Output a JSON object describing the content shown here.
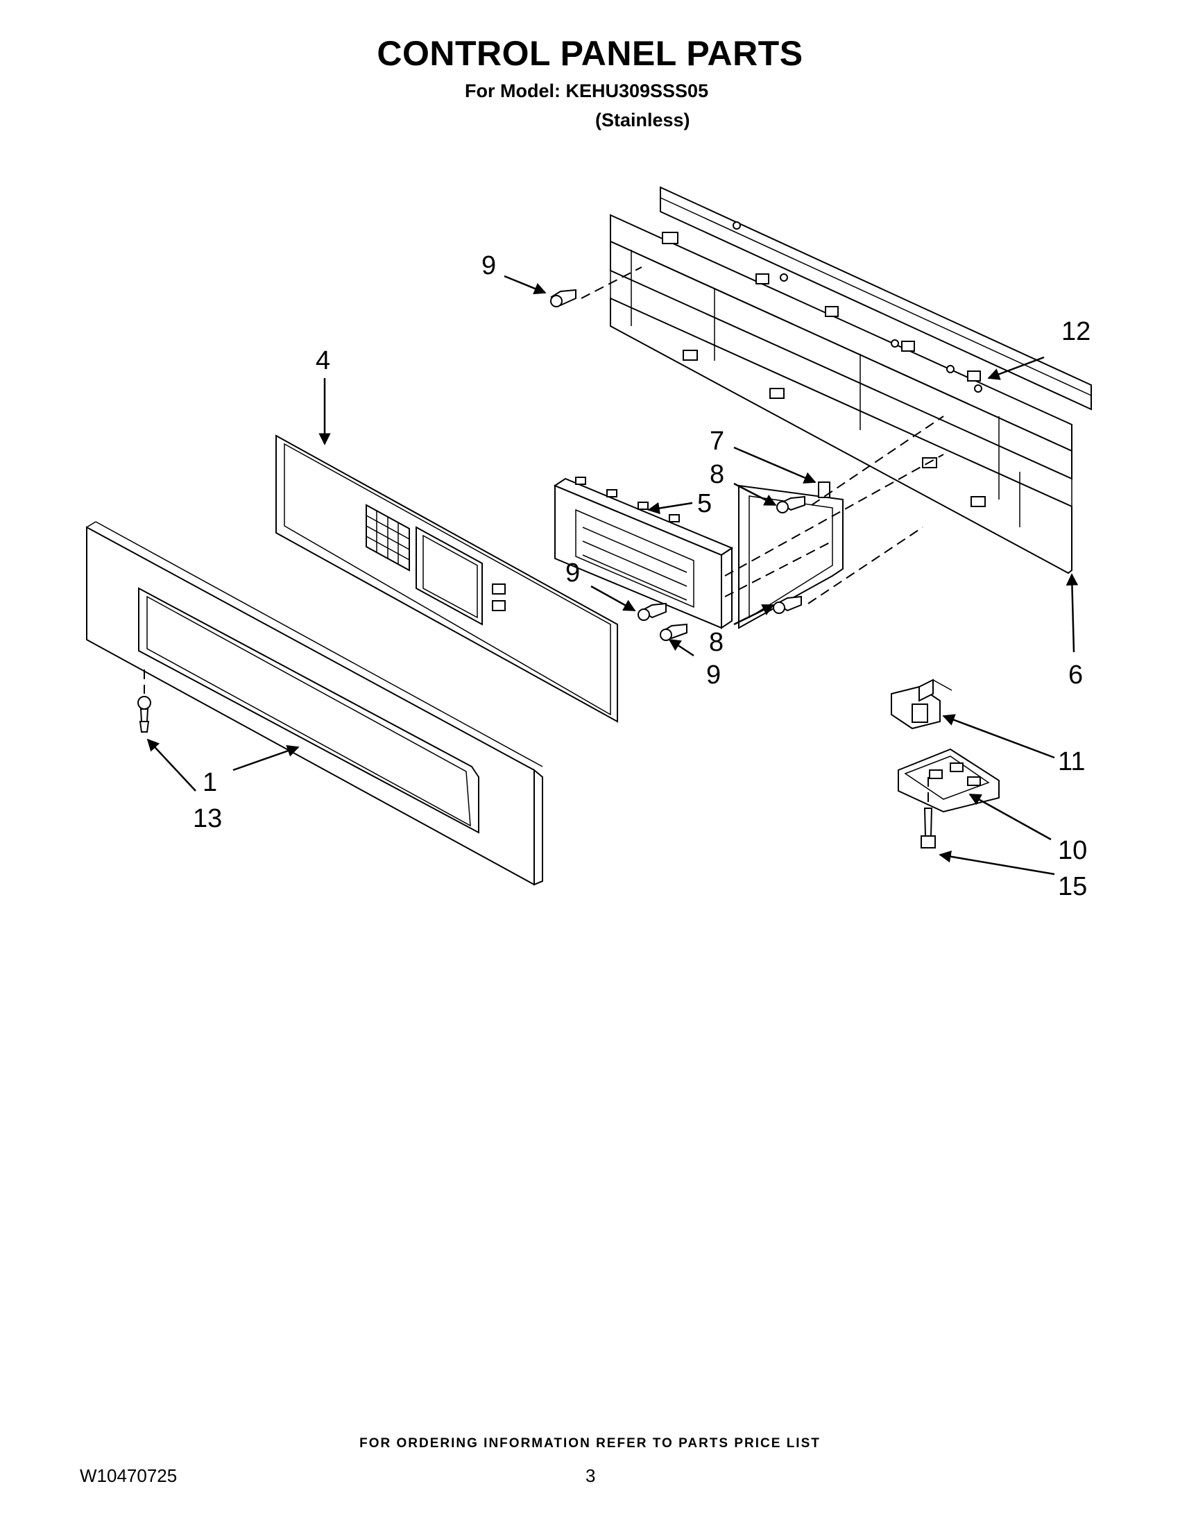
{
  "header": {
    "title": "CONTROL PANEL PARTS",
    "model_line": "For Model: KEHU309SSS05",
    "color_line": "(Stainless)"
  },
  "callouts": {
    "c1": "1",
    "c4": "4",
    "c5": "5",
    "c6": "6",
    "c7": "7",
    "c8a": "8",
    "c8b": "8",
    "c9a": "9",
    "c9b": "9",
    "c9c": "9",
    "c10": "10",
    "c11": "11",
    "c12": "12",
    "c13": "13",
    "c15": "15"
  },
  "footer": {
    "ordering_note": "FOR ORDERING INFORMATION REFER TO PARTS PRICE LIST",
    "document_number": "W10470725",
    "page_number": "3"
  }
}
